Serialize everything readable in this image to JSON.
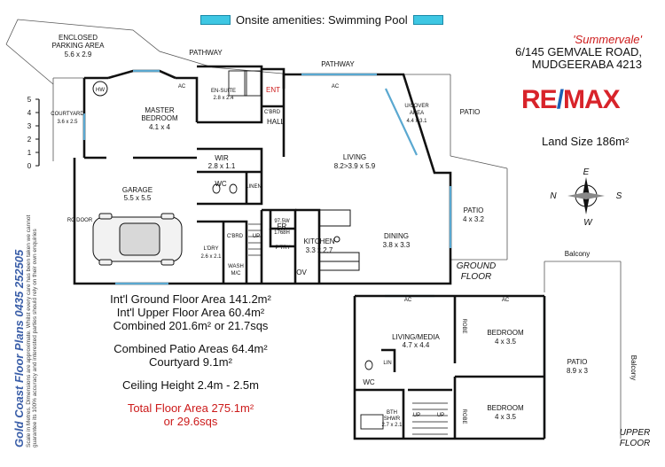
{
  "amenities": {
    "label": "Onsite amenities: Swimming Pool",
    "chip_color": "#3ec7e3"
  },
  "address": {
    "name": "'Summervale'",
    "line1": "6/145 GEMVALE ROAD,",
    "line2": "MUDGEERABA 4213"
  },
  "brand_logo": {
    "re": "RE",
    "slash": "/",
    "max": "MAX"
  },
  "land_size": "Land Size 186m²",
  "stats": {
    "ground": "Int'l Ground Floor Area 141.2m²",
    "upper": "Int'l Upper Floor Area 60.4m²",
    "combined": "Combined 201.6m² or 21.7sqs",
    "patio": "Combined Patio Areas 64.4m²",
    "courtyard": "Courtyard 9.1m²",
    "ceiling": "Ceiling Height 2.4m - 2.5m",
    "total1": "Total Floor Area 275.1m²",
    "total2": "or 29.6sqs"
  },
  "vertical": {
    "brand": "Gold Coast Floor Plans 0435 252505",
    "disclaimer1": "Scale in Metres. Dimensions are approximate. Whilst every care has been taken we cannot",
    "disclaimer2": "guarantee its 100% accuracy and interested parties should rely on their own enquiries"
  },
  "scale_ticks": [
    "5",
    "4",
    "3",
    "2",
    "1",
    "0"
  ],
  "compass": {
    "n": "N",
    "s": "S",
    "e": "E",
    "w": "W"
  },
  "ground_floor": {
    "title1": "GROUND",
    "title2": "FLOOR",
    "enclosed_parking": "ENCLOSED",
    "enclosed_parking2": "PARKING AREA",
    "enclosed_parking_dim": "5.6 x 2.9",
    "pathway1": "PATHWAY",
    "pathway2": "PATHWAY",
    "hw": "HW",
    "courtyard": "COURTYARD",
    "courtyard_dim": "3.6 x 2.5",
    "master": "MASTER",
    "master2": "BEDROOM",
    "master_dim": "4.1 x 4",
    "ensuite": "EN-SUITE",
    "ensuite_dim": "2.8 x 2.4",
    "ac": "AC",
    "ent": "ENT",
    "cbrd": "C'BRD",
    "hall": "HALL",
    "wir": "WIR",
    "wir_dim": "2.8 x 1.1",
    "wc": "WC",
    "linen": "LINEN",
    "rc_door": "RC DOOR",
    "garage": "GARAGE",
    "garage_dim": "5.5 x 5.5",
    "living": "LIVING",
    "living_dim": "8.2>3.9 x 5.9",
    "ucover": "U/COVER",
    "ucover2": "AREA",
    "ucover_dim": "4.4 x 3.1",
    "patio_top": "PATIO",
    "patio_side": "PATIO",
    "patio_side_dim": "4 x 3.2",
    "ldry": "L'DRY",
    "ldry_dim": "2.6 x 2.1",
    "cbrd2": "C'BRD",
    "up": "UP",
    "fr": "FR",
    "fr_top": "97.5W",
    "fr_bot": "1768H",
    "ptry": "P'TRY",
    "wash": "WASH",
    "mc": "M/C",
    "kitchen": "KITCHEN",
    "kitchen_dim": "3.3 x 2.7",
    "dining": "DINING",
    "dining_dim": "3.8 x 3.3",
    "ov": "OV"
  },
  "upper_floor": {
    "title1": "UPPER",
    "title2": "FLOOR",
    "balcony_top": "Balcony",
    "balcony_side": "Balcony",
    "living_media": "LIVING/MEDIA",
    "living_media_dim": "4.7 x 4.4",
    "robe1": "ROBE",
    "robe2": "ROBE",
    "bed1": "BEDROOM",
    "bed1_dim": "4 x 3.5",
    "bed2": "BEDROOM",
    "bed2_dim": "4 x 3.5",
    "patio": "PATIO",
    "patio_dim": "8.9 x 3",
    "wc": "WC",
    "linen": "LIN",
    "bth": "BTH",
    "bth2": "SHWR",
    "bth_dim": "2.7 x 2.1",
    "up1": "UP",
    "up2": "UP",
    "ac1": "AC",
    "ac2": "AC"
  }
}
